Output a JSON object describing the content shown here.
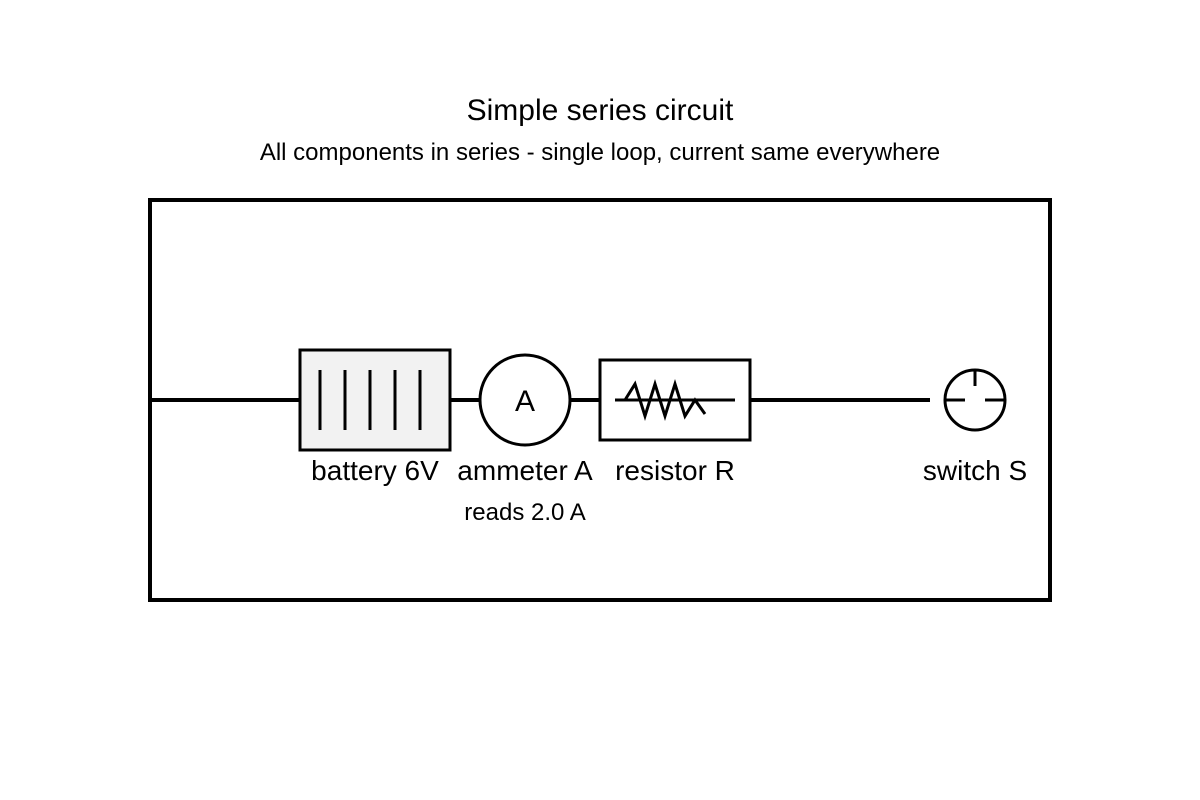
{
  "diagram": {
    "title": "Simple series circuit",
    "subtitle": "All components in series - single loop, current same everywhere",
    "colors": {
      "stroke": "#000000",
      "battery_fill": "#f2f2f2",
      "background": "#ffffff"
    },
    "components": {
      "battery": {
        "label": "battery 6V",
        "cells": 5
      },
      "ammeter": {
        "symbol": "A",
        "label": "ammeter A",
        "reading": "reads 2.0 A"
      },
      "resistor": {
        "label": "resistor R"
      },
      "switch": {
        "label": "switch S"
      }
    }
  }
}
